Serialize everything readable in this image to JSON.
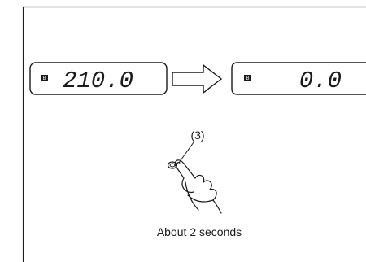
{
  "left_display": {
    "mode_icon_label": "B",
    "reading": "210.0"
  },
  "right_display": {
    "mode_icon_label": "B",
    "reading": "0.0"
  },
  "callout_label": "(3)",
  "caption": "About 2 seconds"
}
